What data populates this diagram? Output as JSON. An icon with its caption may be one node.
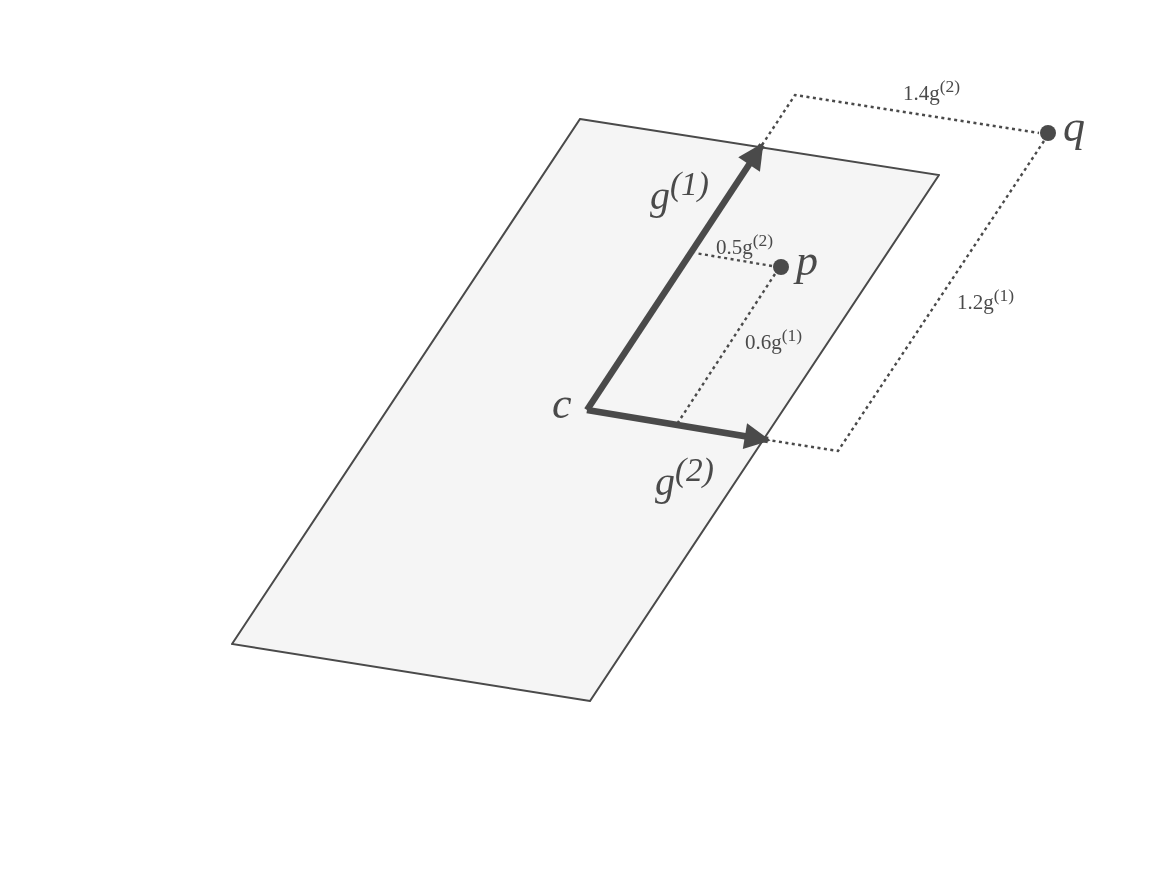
{
  "diagram": {
    "nodes": [
      {
        "text": [],
        "shape": "parallelogram"
      },
      {
        "text": [
          "c"
        ],
        "in": 0
      },
      {
        "text": [
          "p"
        ],
        "in": 0
      },
      {
        "text": [
          "q"
        ]
      }
    ],
    "edges": [
      {
        "from": 1,
        "to": null,
        "arrow": "to",
        "label": "g$^{(1)}$",
        "style": "thick"
      },
      {
        "from": 1,
        "to": null,
        "arrow": "to",
        "label": "g$^{(2)}$",
        "style": "thick"
      },
      {
        "from": 2,
        "to": null,
        "arrow": "none",
        "label": "0.5g$^{(2)}$",
        "style": "dashed"
      },
      {
        "from": 2,
        "to": null,
        "arrow": "none",
        "label": "0.6g$^{(1)}$",
        "style": "dashed"
      },
      {
        "from": 0,
        "to": 3,
        "arrow": "none",
        "label": "1.4g$^{(2)}$",
        "style": "dashed"
      },
      {
        "from": 3,
        "to": 0,
        "arrow": "none",
        "label": "1.2g$^{(1)}$",
        "style": "dashed"
      }
    ]
  }
}
